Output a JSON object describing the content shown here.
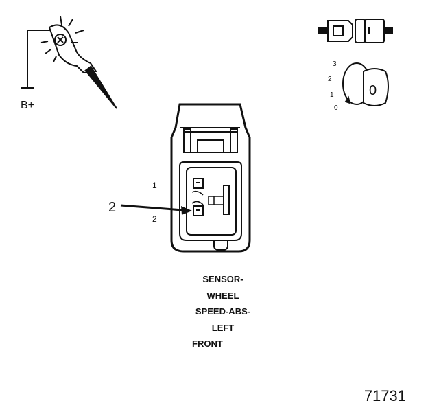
{
  "probe_label": "B+",
  "key_positions": [
    "3",
    "2",
    "1",
    "0"
  ],
  "key_display": "0",
  "pin_numbers": [
    "1",
    "2"
  ],
  "callout_number": "2",
  "caption_lines": [
    "SENSOR-",
    "WHEEL",
    "SPEED-ABS-",
    "LEFT",
    "FRONT"
  ],
  "figure_number": "71731",
  "colors": {
    "ink": "#111111",
    "background": "#ffffff"
  }
}
